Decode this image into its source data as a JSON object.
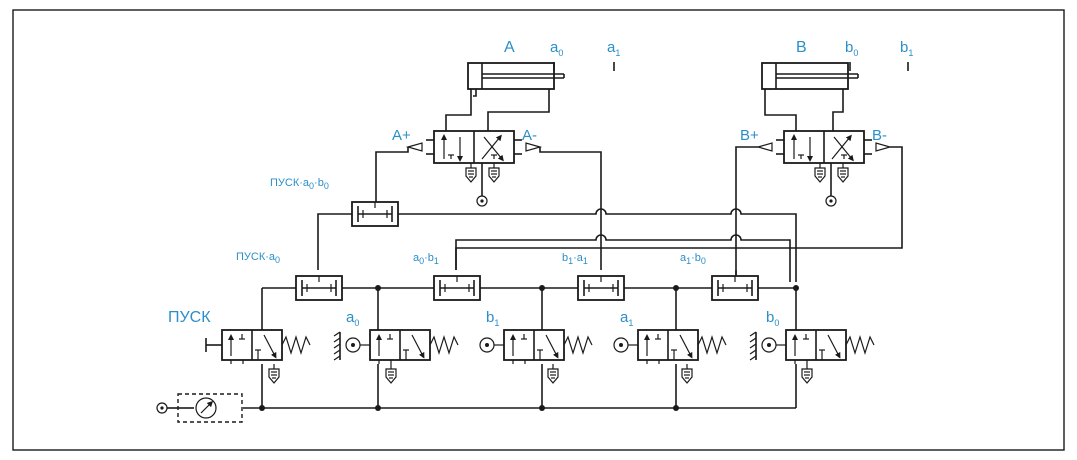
{
  "cylinders": {
    "a": {
      "label": "A",
      "sensor_start": "a",
      "sensor_start_sub": "0",
      "sensor_end": "a",
      "sensor_end_sub": "1",
      "plus": "A+",
      "minus": "A-"
    },
    "b": {
      "label": "B",
      "sensor_start": "b",
      "sensor_start_sub": "0",
      "sensor_end": "b",
      "sensor_end_sub": "1",
      "plus": "B+",
      "minus": "B-"
    }
  },
  "logic": {
    "and1": {
      "p1": "ПУСК·a",
      "s1": "0",
      "p2": "·b",
      "s2": "0"
    },
    "and2": {
      "p1": "ПУСК·a",
      "s1": "0"
    },
    "and3": {
      "p1": "a",
      "s1": "0",
      "p2": "·b",
      "s2": "1"
    },
    "and4": {
      "p1": "b",
      "s1": "1",
      "p2": "·a",
      "s2": "1"
    },
    "and5": {
      "p1": "a",
      "s1": "1",
      "p2": "·b",
      "s2": "0"
    }
  },
  "valves": {
    "start": "ПУСК",
    "v2": {
      "p": "a",
      "s": "0"
    },
    "v3": {
      "p": "b",
      "s": "1"
    },
    "v4": {
      "p": "a",
      "s": "1"
    },
    "v5": {
      "p": "b",
      "s": "0"
    }
  },
  "colors": {
    "label": "#2b8fc8",
    "line": "#1a1a1a"
  }
}
